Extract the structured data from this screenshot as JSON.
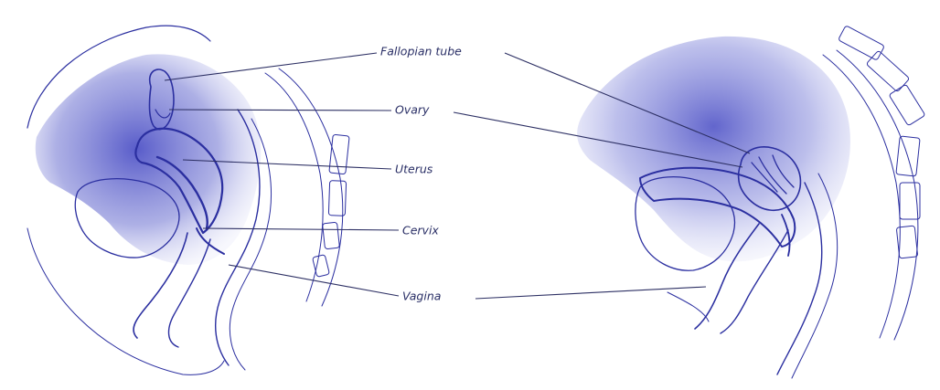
{
  "labels": {
    "fallopian_tube": "Fallopian tube",
    "ovary": "Ovary",
    "uterus": "Uterus",
    "cervix": "Cervix",
    "vagina": "Vagina"
  },
  "colors": {
    "ink": "#2b2fa0",
    "wash": "#6a6fd0",
    "pale": "#c9cbf0",
    "label": "#2a2f66"
  }
}
